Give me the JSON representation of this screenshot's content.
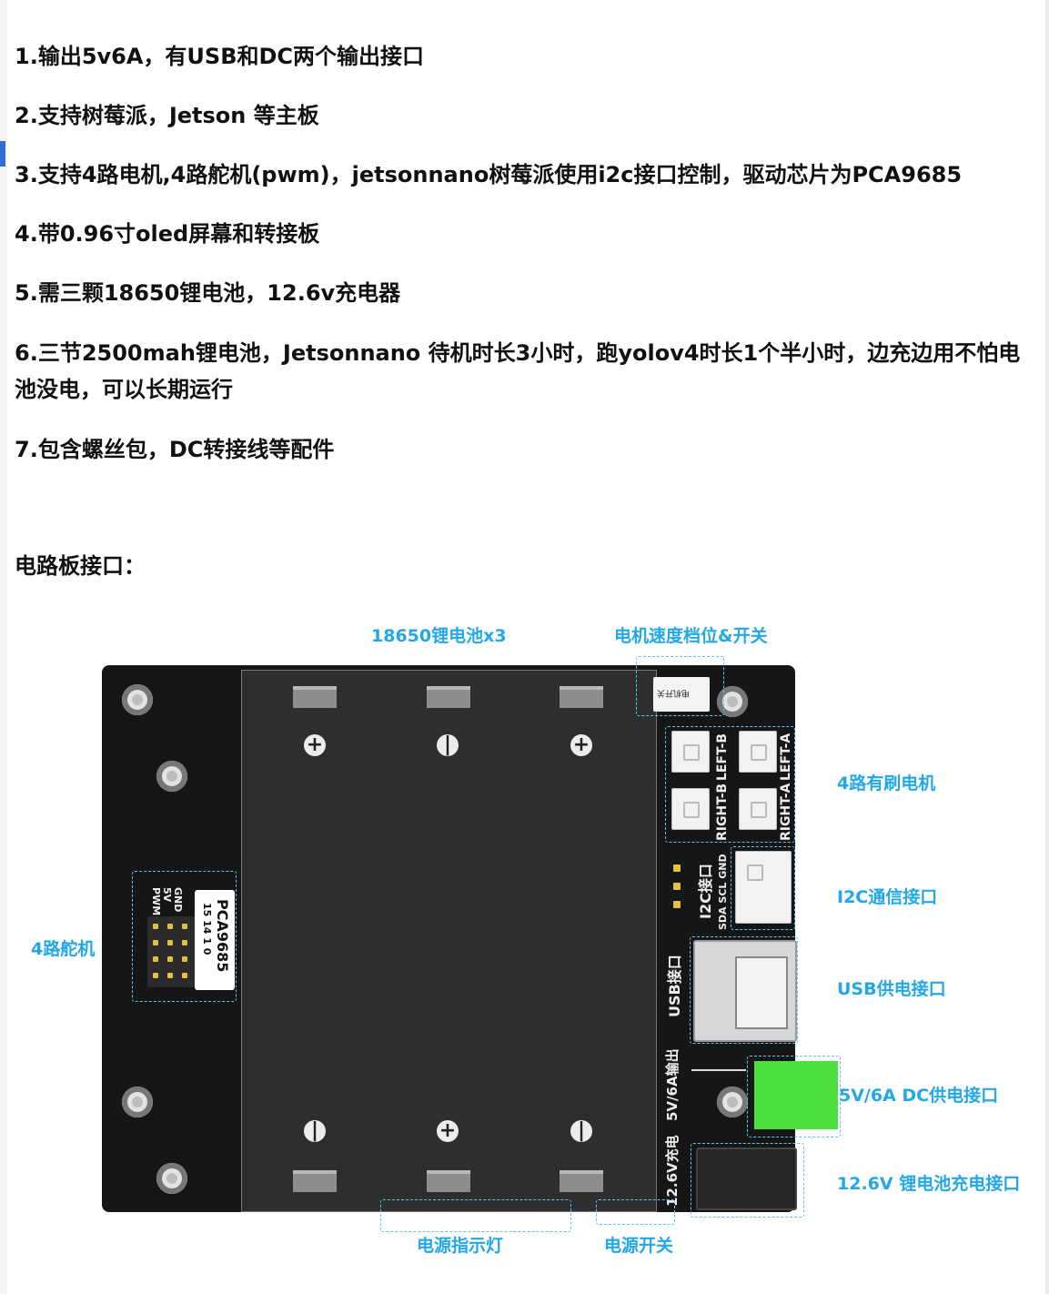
{
  "features": [
    "1.输出5v6A，有USB和DC两个输出接口",
    "2.支持树莓派，Jetson 等主板",
    "3.支持4路电机,4路舵机(pwm)，jetsonnano树莓派使用i2c接口控制，驱动芯片为PCA9685",
    "4.带0.96寸oled屏幕和转接板",
    "5.需三颗18650锂电池，12.6v充电器",
    "6.三节2500mah锂电池，Jetsonnano 待机时长3小时，跑yolov4时长1个半小时，边充边用不怕电池没电，可以长期运行",
    "7.包含螺丝包，DC转接线等配件"
  ],
  "heading": "电路板接口：",
  "diagram": {
    "callouts": {
      "battery": "18650锂电池x3",
      "motor_speed": "电机速度档位&开关",
      "motors": "4路有刷电机",
      "i2c": "I2C通信接口",
      "usb": "USB供电接口",
      "dc_out": "5V/6A  DC供电接口",
      "charge": "12.6V 锂电池充电接口",
      "servo": "4路舵机",
      "power_led": "电源指示灯",
      "power_switch": "电源开关"
    },
    "silkscreen": {
      "pca_chip": "PCA9685",
      "pin_row_labels": [
        "PWM",
        "5V",
        "GND"
      ],
      "pin_numbers": "15 14 1 0",
      "motor_left_b": "LEFT-B",
      "motor_left_a": "LEFT-A",
      "motor_right_b": "RIGHT-B",
      "motor_right_a": "RIGHT-A",
      "i2c_port": "I2C接口",
      "i2c_pins": "SDA SCL GND",
      "usb_port": "USB接口",
      "dc_output": "5V/6A输出",
      "charge_port": "12.6V充电",
      "switch_label": "电机开关"
    }
  }
}
